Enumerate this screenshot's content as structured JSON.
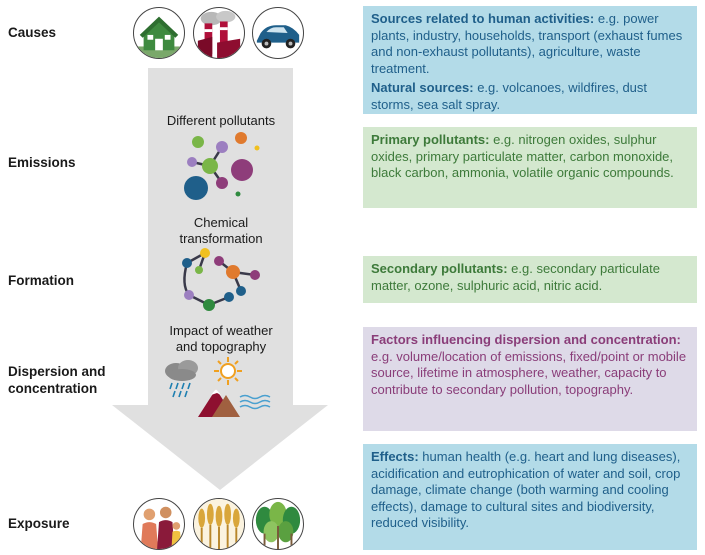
{
  "stages": {
    "causes": "Causes",
    "emissions": "Emissions",
    "formation": "Formation",
    "dispersion_line1": "Dispersion and",
    "dispersion_line2": "concentration",
    "exposure": "Exposure"
  },
  "middle": {
    "different_pollutants": "Different pollutants",
    "chemical_line1": "Chemical",
    "chemical_line2": "transformation",
    "weather_line1": "Impact of weather",
    "weather_line2": "and topography"
  },
  "boxes": {
    "sources_human_title": "Sources related to human activities:",
    "sources_human_text": " e.g. power plants, industry, households, transport (exhaust fumes and non-exhaust pollutants), agriculture, waste treatment.",
    "sources_natural_title": "Natural sources:",
    "sources_natural_text": " e.g. volcanoes, wildfires, dust storms, sea salt spray.",
    "primary_title": "Primary pollutants:",
    "primary_text": " e.g. nitrogen oxides, sulphur oxides, primary particulate matter, carbon monoxide, black carbon, ammonia, volatile organic compounds.",
    "secondary_title": "Secondary pollutants:",
    "secondary_text": " e.g. secondary particulate matter, ozone, sulphuric acid, nitric acid.",
    "factors_title": "Factors influencing dispersion and concentration:",
    "factors_text": " e.g. volume/location of emissions, fixed/point or mobile source, lifetime in atmosphere, weather, capacity to contribute to secondary pollution, topography.",
    "effects_title": "Effects:",
    "effects_text": " human health (e.g. heart and lung diseases), acidification and eutrophication of water and soil, crop damage, climate change (both warming and cooling effects), damage to cultural sites and biodiversity, reduced visibility."
  },
  "icons": {
    "cause_1": "house-icon",
    "cause_2": "factory-icon",
    "cause_3": "car-icon",
    "exposure_1": "people-icon",
    "exposure_2": "crops-icon",
    "exposure_3": "forest-icon",
    "pollutants": "molecules-icon",
    "transformation": "chemical-reaction-icon",
    "weather": "weather-icon"
  },
  "colors": {
    "blue_box": "#b3dbe8",
    "blue_text": "#1f5f8a",
    "green_box": "#d4e8cf",
    "green_text": "#3d7a3a",
    "purple_box": "#dedae8",
    "purple_text": "#8a3d79",
    "arrow": "#e0e0e0"
  }
}
